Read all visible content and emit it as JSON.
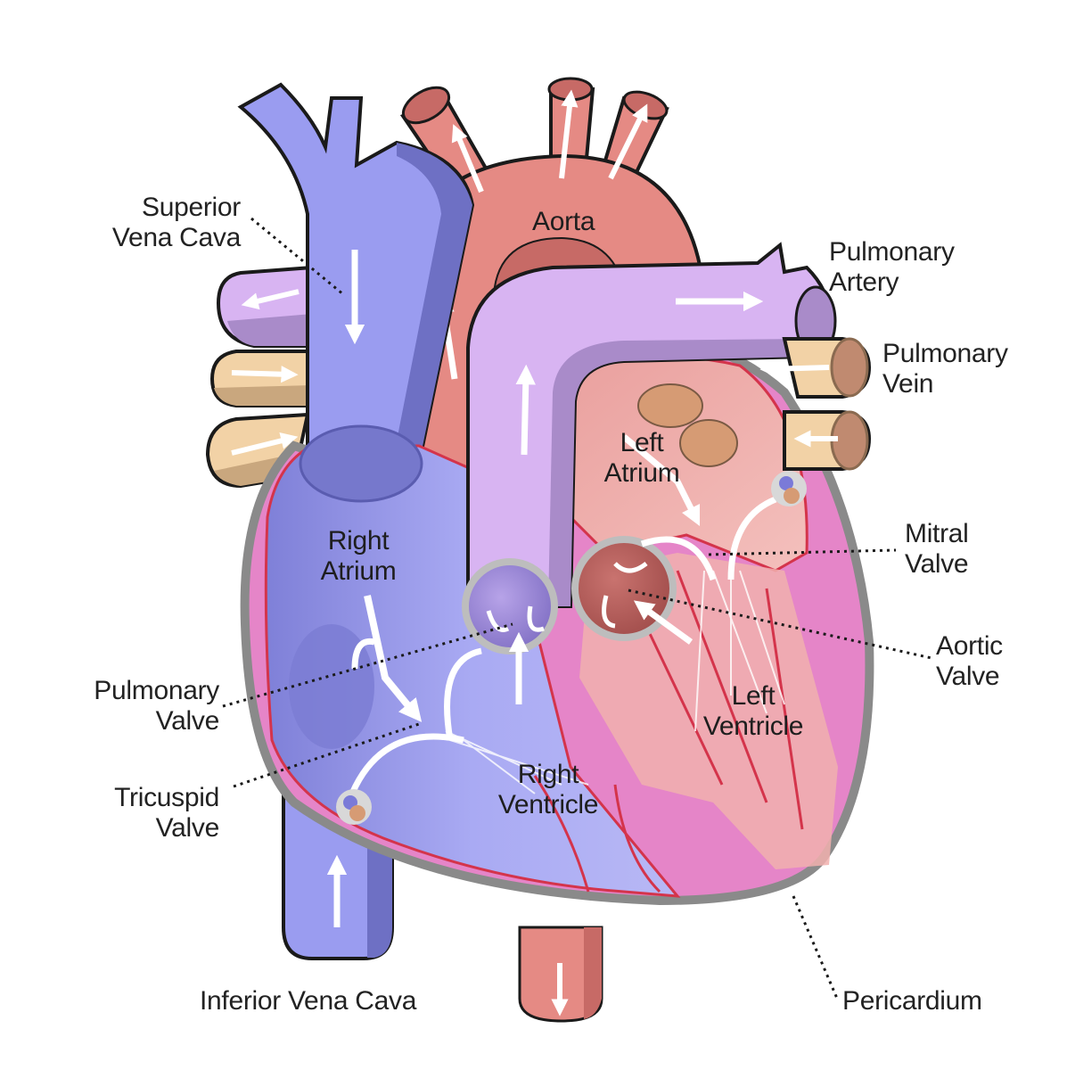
{
  "diagram": {
    "subject": "Human heart anatomy",
    "colors": {
      "vena_cava": "#9a9cf0",
      "vena_cava_shadow": "#6e70c4",
      "aorta": "#e58a84",
      "aorta_shadow": "#c76a66",
      "pulmonary_artery": "#d8b4f2",
      "pulmonary_artery_shadow": "#a98bc9",
      "pulmonary_vein": "#f2d2a6",
      "pulmonary_vein_shadow": "#c9a77e",
      "right_heart": "#a9aaf3",
      "left_atrium": "#f1b0ae",
      "myocardium": "#e585c8",
      "pericardium": "#8a8a8a",
      "arrow": "#ffffff",
      "outline": "#1a1a1a"
    },
    "labels": {
      "superior_vena_cava": "Superior\nVena Cava",
      "aorta": "Aorta",
      "pulmonary_artery": "Pulmonary\nArtery",
      "pulmonary_vein": "Pulmonary\nVein",
      "left_atrium": "Left\nAtrium",
      "right_atrium": "Right\nAtrium",
      "mitral_valve": "Mitral\nValve",
      "aortic_valve": "Aortic\nValve",
      "pulmonary_valve": "Pulmonary\nValve",
      "tricuspid_valve": "Tricuspid\nValve",
      "left_ventricle": "Left\nVentricle",
      "right_ventricle": "Right\nVentricle",
      "inferior_vena_cava": "Inferior Vena Cava",
      "pericardium": "Pericardium"
    }
  }
}
